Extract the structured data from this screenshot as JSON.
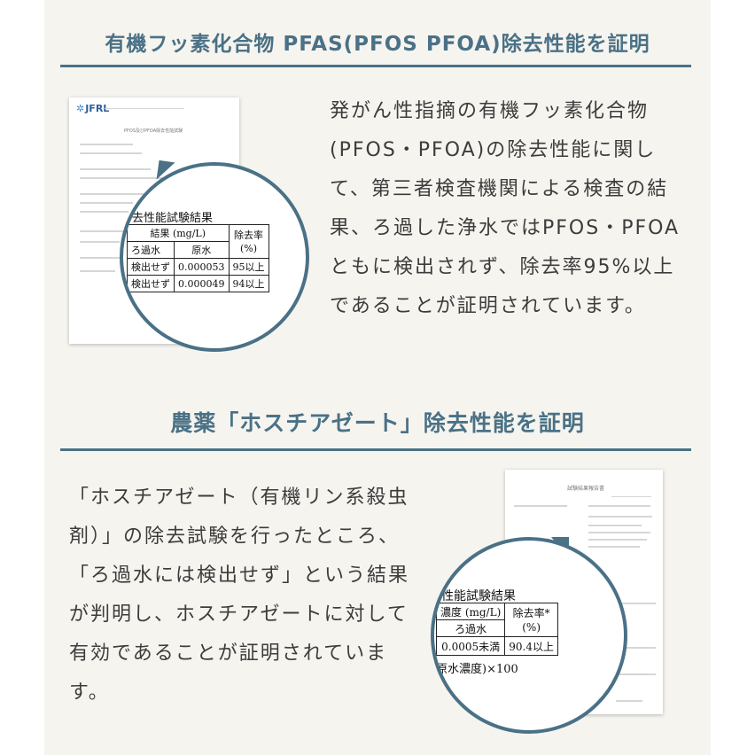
{
  "section1": {
    "heading": "有機フッ素化合物 PFAS(PFOS PFOA)除去性能を証明",
    "body": "発がん性指摘の有機フッ素化合物(PFOS・PFOA)の除去性能に関して、第三者検査機関による検査の結果、ろ過した浄水ではPFOS・PFOAともに検出されず、除去率95%以上であることが証明されています。",
    "document": {
      "logo": "JFRL",
      "doc_title": "PFOS及びPFOA除去性能試験",
      "magnified": {
        "title": "去性能試験結果",
        "header_result": "結果 (mg/L)",
        "header_rate": "除去率",
        "header_rate_unit": "(%)",
        "col_filtered": "ろ過水",
        "col_raw": "原水",
        "rows": [
          {
            "filtered": "検出せず",
            "raw": "0.000053",
            "rate": "95以上"
          },
          {
            "filtered": "検出せず",
            "raw": "0.000049",
            "rate": "94以上"
          }
        ]
      }
    }
  },
  "section2": {
    "heading": "農薬「ホスチアゼート」除去性能を証明",
    "body": "「ホスチアゼート（有機リン系殺虫剤）」の除去試験を行ったところ、「ろ過水には検出せず」という結果が判明し、ホスチアゼートに対して有効であることが証明されています。",
    "document": {
      "doc_title": "試験結果報告書",
      "magnified": {
        "title": "性能試験結果",
        "header_conc": "濃度 (mg/L)",
        "header_rate": "除去率*",
        "header_rate_unit": "(%)",
        "col_filtered": "ろ過水",
        "row_value": "0.0005未満",
        "row_rate": "90.4以上",
        "footnote": "原水濃度)×100"
      }
    }
  }
}
